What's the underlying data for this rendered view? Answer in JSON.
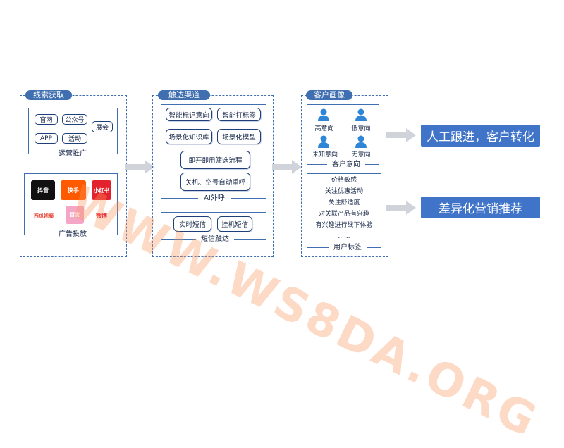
{
  "sections": {
    "leads": {
      "title": "线索获取",
      "operations": {
        "caption": "运营推广",
        "items": [
          "官网",
          "公众号",
          "展会",
          "APP",
          "活动"
        ]
      },
      "ads": {
        "caption": "广告投放",
        "platforms": [
          "抖音",
          "快手",
          "小红书",
          "西瓜视频",
          "百度",
          "微博"
        ]
      }
    },
    "reach": {
      "title": "触达渠道",
      "ai_call": {
        "caption": "AI外呼",
        "items": [
          "智能标记意向",
          "智能打标签",
          "场景化知识库",
          "场景化模型",
          "即开即用筛选流程",
          "关机、空号自动重呼"
        ]
      },
      "sms": {
        "caption": "短信触达",
        "items": [
          "实时短信",
          "挂机短信"
        ]
      }
    },
    "profile": {
      "title": "客户画像",
      "intent": {
        "caption": "客户意向",
        "levels": [
          "高意向",
          "低意向",
          "未知意向",
          "无意向"
        ]
      },
      "tags": {
        "caption": "用户标签",
        "lines": [
          "价格敏感",
          "关注优惠活动",
          "关注舒适度",
          "对关联产品有兴趣",
          "有兴趣进行线下体验",
          "......"
        ]
      }
    }
  },
  "results": {
    "follow_up": "人工跟进，客户转化",
    "marketing": "差异化营销推荐"
  },
  "watermark": "WWW.WS8DA.ORG",
  "colors": {
    "accent": "#3f6fb0",
    "result_fill": "#3f74c9",
    "arrow": "#d0d4da",
    "watermark": "#f5a06e"
  }
}
